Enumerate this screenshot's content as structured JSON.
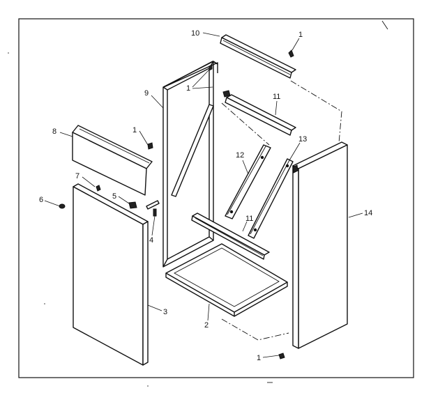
{
  "diagram": {
    "callouts": {
      "c1_top": "1",
      "c10": "10",
      "c9": "9",
      "c1_mid": "1",
      "c11_top": "11",
      "c8": "8",
      "c1_left": "1",
      "c13": "13",
      "c12": "12",
      "c7": "7",
      "c6": "6",
      "c5": "5",
      "c4": "4",
      "c11_bot": "11",
      "c14": "14",
      "c3": "3",
      "c2": "2",
      "c1_bottom": "1"
    }
  }
}
